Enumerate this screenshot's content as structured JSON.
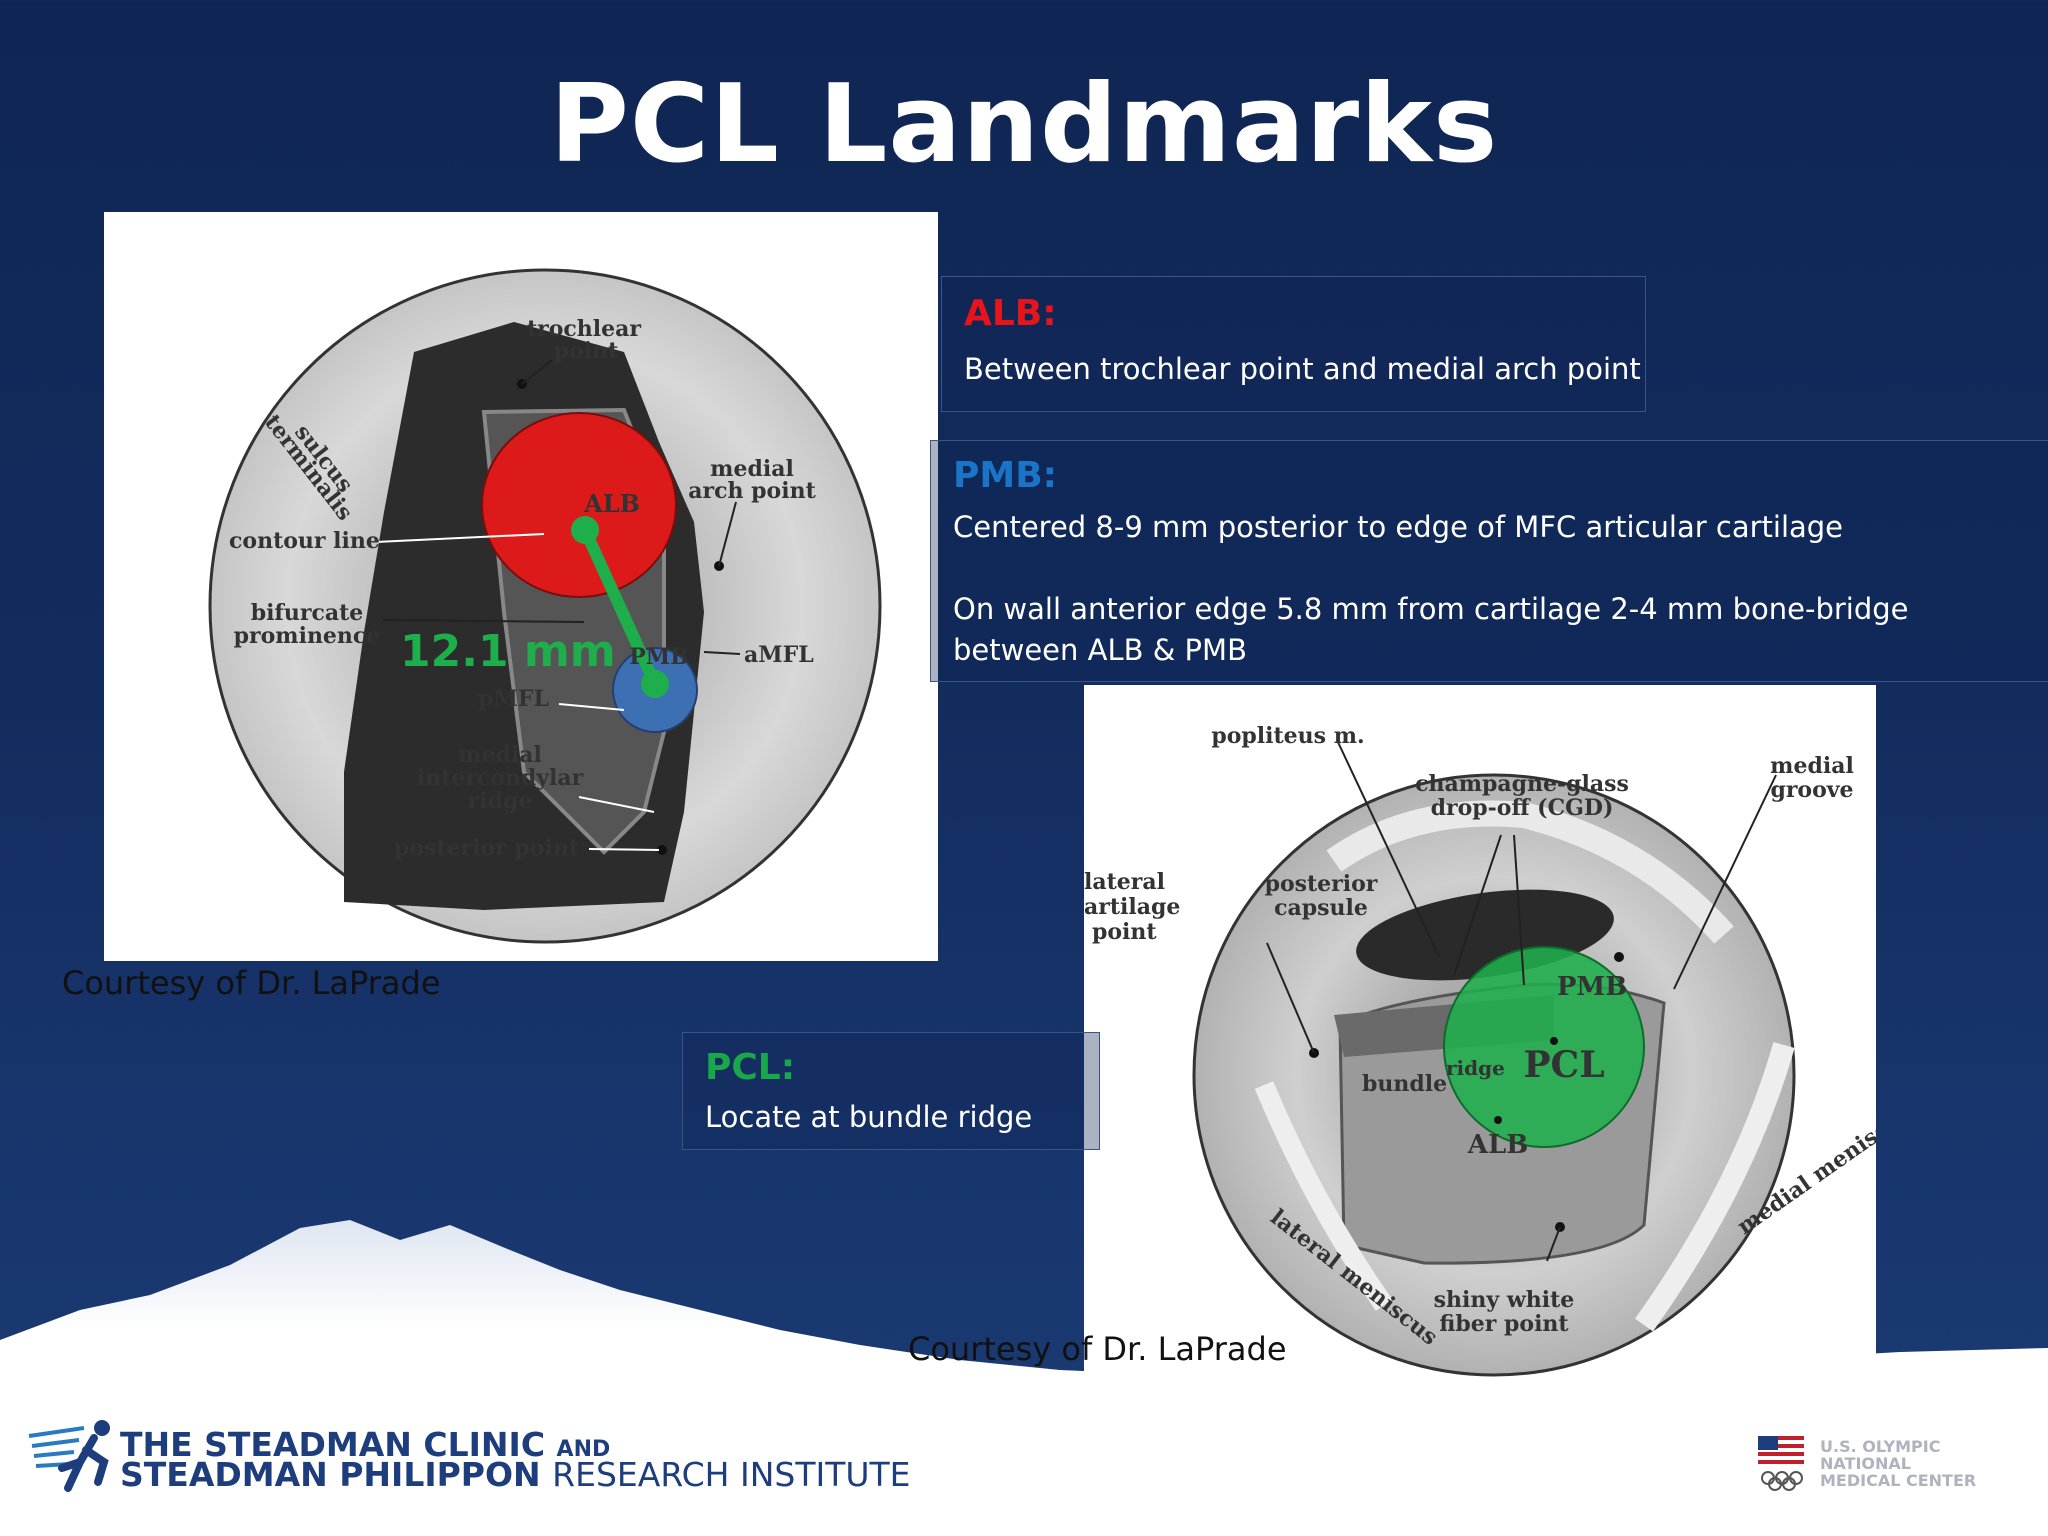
{
  "title": "PCL Landmarks",
  "fig1": {
    "labels": {
      "trochlear": "trochlear",
      "point": "point",
      "sulcus": "sulcus",
      "terminalis": "terminalis",
      "medial": "medial",
      "arch_point": "arch point",
      "contour_line": "contour line",
      "bifurcate": "bifurcate",
      "prominence": "prominence",
      "amfl": "aMFL",
      "pmfl": "pMFL",
      "intercondylar": "intercondylar",
      "ridge": "ridge",
      "posterior_point": "posterior point",
      "alb": "ALB",
      "pmb": "PMB"
    },
    "measurement": "12.1 mm",
    "credit": "Courtesy of Dr. LaPrade"
  },
  "fig2": {
    "labels": {
      "popliteus": "popliteus m.",
      "champagne": "champagne-glass",
      "dropoff": "drop-off (CGD)",
      "medial": "medial",
      "groove": "groove",
      "lateral": "lateral",
      "cartilage": "artilage",
      "point": "point",
      "posterior": "posterior",
      "capsule": "capsule",
      "pmb": "PMB",
      "bundle": "bundle",
      "ridge": "ridge",
      "pcl": "PCL",
      "alb": "ALB",
      "lateral_meniscus": "lateral meniscus",
      "medial_meniscus": "medial meniscus",
      "shiny_white": "shiny white",
      "fiber_point": "fiber point"
    },
    "credit": "Courtesy of Dr. LaPrade"
  },
  "alb_box": {
    "heading": "ALB:",
    "text": "Between trochlear point and medial arch point",
    "color": "#e8141b"
  },
  "pmb_box": {
    "heading": "PMB:",
    "line1": "Centered 8-9 mm posterior to edge of MFC articular cartilage",
    "line2": "On wall anterior edge 5.8 mm from cartilage 2-4 mm bone-bridge between ALB & PMB",
    "color": "#1a74c8"
  },
  "pcl_box": {
    "heading": "PCL:",
    "text": "Locate at bundle ridge",
    "color": "#18a84a"
  },
  "footer": {
    "clinic_line1": "THE STEADMAN CLINIC",
    "clinic_and": "AND",
    "clinic_line2": "STEADMAN PHILIPPON",
    "clinic_line2b": "RESEARCH INSTITUTE",
    "usoc_1": "U.S. OLYMPIC",
    "usoc_2": "NATIONAL",
    "usoc_3": "MEDICAL CENTER"
  }
}
